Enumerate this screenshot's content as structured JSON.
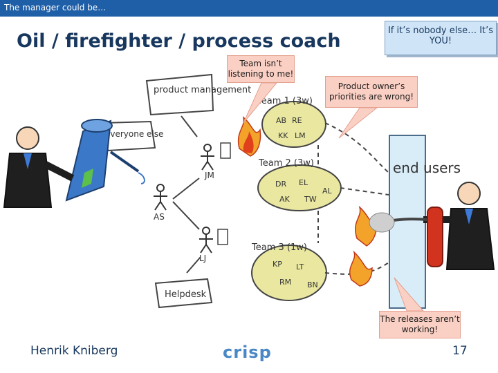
{
  "header": {
    "text": "The manager could be…"
  },
  "title": "Oil / firefighter / process coach",
  "notes": {
    "youre_it": "If it’s nobody else… It’s YOU!"
  },
  "bubbles": {
    "team": "Team isn’t listening to me!",
    "product_owner": "Product owner’s priorities are wrong!",
    "releases": "The releases aren’t working!"
  },
  "sketch": {
    "product_management": "product management",
    "everyone_else": "everyone else",
    "helpdesk": "Helpdesk",
    "end_users": "end users",
    "team1": "Team 1 (3w)",
    "team2": "Team 2 (3w)",
    "team3": "Team 3 (1w)",
    "people_jm": "JM",
    "people_as": "AS",
    "people_lj": "LJ",
    "team1_members": [
      "AB",
      "RE",
      "KK",
      "LM"
    ],
    "team2_members": [
      "DR",
      "EL",
      "AL",
      "AK",
      "TW"
    ],
    "team3_members": [
      "KP",
      "LT",
      "RM",
      "BN"
    ]
  },
  "footer": {
    "author": "Henrik Kniberg",
    "logo": "crisp",
    "page": "17"
  },
  "colors": {
    "header_bar": "#1f5fa8",
    "title": "#17375e",
    "note": "#cfe5f7",
    "bubble": "#fbd0c4",
    "team_blob": "#e9e7a0"
  }
}
